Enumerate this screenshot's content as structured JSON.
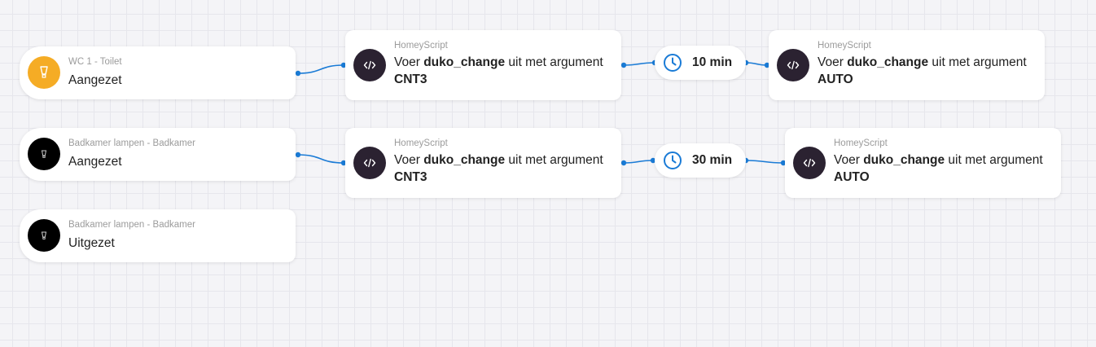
{
  "colors": {
    "wire": "#1a7bd6",
    "trigger_yellow": "#f5ac25",
    "script_dark": "#2b2231",
    "clock_blue": "#1a7bd6"
  },
  "triggers": [
    {
      "subtitle": "WC 1 - Toilet",
      "title": "Aangezet",
      "icon": "light-bulb-icon"
    },
    {
      "subtitle": "Badkamer lampen - Badkamer",
      "title": "Aangezet",
      "icon": "light-bulb-icon"
    },
    {
      "subtitle": "Badkamer lampen - Badkamer",
      "title": "Uitgezet",
      "icon": "light-bulb-icon"
    }
  ],
  "actions": [
    {
      "subtitle": "HomeyScript",
      "prefix": "Voer ",
      "script": "duko_change",
      "suffix": " uit met argument",
      "argument": "CNT3",
      "icon": "code-icon"
    },
    {
      "subtitle": "HomeyScript",
      "prefix": "Voer ",
      "script": "duko_change",
      "suffix": " uit met argument",
      "argument": "AUTO",
      "icon": "code-icon"
    },
    {
      "subtitle": "HomeyScript",
      "prefix": "Voer ",
      "script": "duko_change",
      "suffix": " uit met argument",
      "argument": "CNT3",
      "icon": "code-icon"
    },
    {
      "subtitle": "HomeyScript",
      "prefix": "Voer ",
      "script": "duko_change",
      "suffix": " uit met argument",
      "argument": "AUTO",
      "icon": "code-icon"
    }
  ],
  "delays": [
    {
      "label": "10 min",
      "icon": "clock-icon"
    },
    {
      "label": "30 min",
      "icon": "clock-icon"
    }
  ]
}
